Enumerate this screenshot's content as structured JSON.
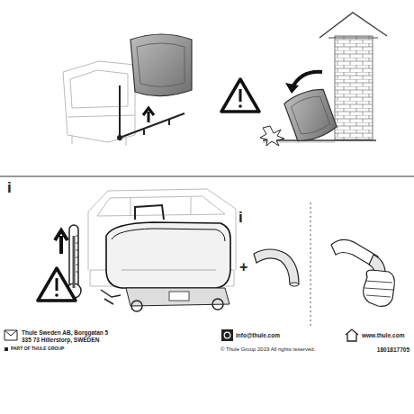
{
  "diagram": {
    "labels": [
      "i",
      "i",
      "+",
      "Thule Sweden AB, Borggatan 5",
      "335 73 Hillerstorp, SWEDEN",
      "PART OF THULE GROUP",
      "info@thule.com",
      "© Thule Group 2019 All rights reserved.",
      "www.thule.com",
      "1801817705"
    ]
  }
}
